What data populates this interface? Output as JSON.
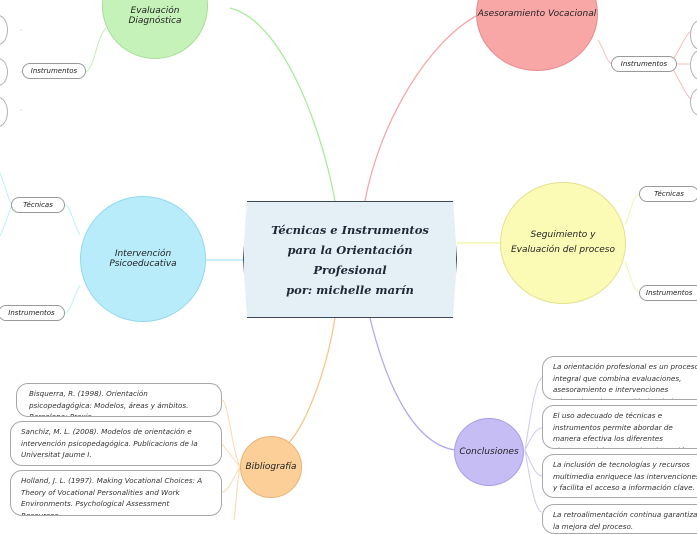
{
  "central": {
    "lines": [
      "Técnicas e Instrumentos",
      "para la Orientación",
      "Profesional",
      "por: michelle marín"
    ]
  },
  "branches": {
    "evaluacion": {
      "label": "Evaluación Diagnóstica",
      "color": "#c5f2b8",
      "line_color": "#9ee68f",
      "children": [
        "Instrumentos"
      ]
    },
    "asesoramiento": {
      "label": "Asesoramiento Vocacional",
      "color": "#f8a6a6",
      "line_color": "#f6a0a0",
      "children": [
        "Instrumentos"
      ]
    },
    "intervencion": {
      "label": "Intervención Psicoeducativa",
      "color": "#b8ecfa",
      "line_color": "#a4e5f6",
      "children": [
        "Técnicas",
        "Instrumentos"
      ]
    },
    "seguimiento": {
      "label": "Seguimiento y Evaluación del proceso",
      "color": "#fbfbb6",
      "line_color": "#f0f09a",
      "children": [
        "Técnicas",
        "Instrumentos"
      ]
    },
    "bibliografia": {
      "label": "Bibliografía",
      "color": "#fccf99",
      "line_color": "#f8c68a",
      "references": [
        "Bisquerra, R. (1998). Orientación psicopedagógica: Modelos, áreas y ámbitos. Barcelona: Praxis.",
        "Sanchiz, M. L. (2008). Modelos de orientación e intervención psicopedagógica. Publicacions de la Universitat Jaume I.",
        "Holland, J. L. (1997). Making Vocational Choices: A Theory of Vocational Personalities and Work Environments. Psychological Assessment Resources."
      ]
    },
    "conclusiones": {
      "label": "Conclusiones",
      "color": "#c6bdf4",
      "line_color": "#b4a9ef",
      "items": [
        "La orientación profesional es un proceso integral que combina evaluaciones, asesoramiento e intervenciones adaptadas a las necesidades de los individuos.",
        "El uso adecuado de técnicas e instrumentos permite abordar de manera efectiva los diferentes elementos del proceso de orientación.",
        "La inclusión de tecnologías y recursos multimedia enriquece las intervenciones y facilita el acceso a información clave.",
        "La retroalimentación continua garantiza la mejora del proceso."
      ]
    }
  }
}
